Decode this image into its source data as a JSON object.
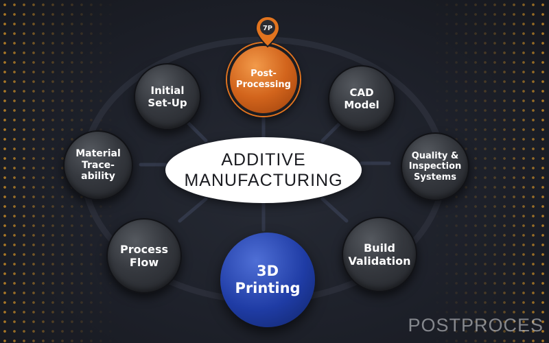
{
  "diagram": {
    "center": {
      "line1": "ADDITIVE",
      "line2": "MANUFACTURING"
    },
    "nodes": [
      {
        "id": "post-processing",
        "text": "Post-\nProcessing",
        "style": "orange",
        "icon": "postprocess-logo-pin-icon"
      },
      {
        "id": "cad-model",
        "text": "CAD\nModel",
        "style": "gray"
      },
      {
        "id": "quality-inspection",
        "text": "Quality &\nInspection\nSystems",
        "style": "gray"
      },
      {
        "id": "build-validation",
        "text": "Build\nValidation",
        "style": "gray"
      },
      {
        "id": "3d-printing",
        "text": "3D\nPrinting",
        "style": "blue"
      },
      {
        "id": "process-flow",
        "text": "Process\nFlow",
        "style": "gray"
      },
      {
        "id": "material-traceability",
        "text": "Material\nTrace-\nability",
        "style": "gray"
      },
      {
        "id": "initial-setup",
        "text": "Initial\nSet-Up",
        "style": "gray"
      }
    ]
  },
  "watermark": "POSTPROCES",
  "colors": {
    "background": "#1b1d24",
    "accent_orange": "#e2741f",
    "accent_blue": "#1f3ca5",
    "node_gray": "#35383e",
    "center_fill": "#ffffff",
    "dot_pattern": "#e8a028"
  }
}
